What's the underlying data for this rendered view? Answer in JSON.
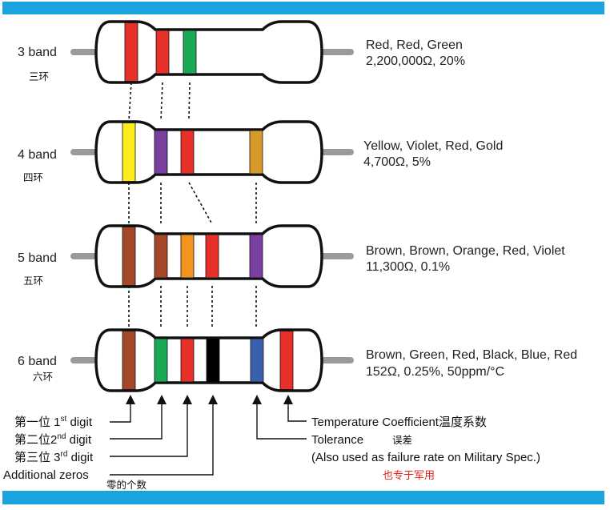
{
  "colors": {
    "frame_blue": "#1aa3df",
    "red": "#e8302a",
    "green": "#1aaa55",
    "yellow": "#fbec1e",
    "violet": "#7b3fa0",
    "gold": "#d99a2b",
    "brown": "#a4472a",
    "orange": "#f4931f",
    "black": "#000000",
    "blue": "#3c5fab",
    "lead": "#9a9a9a"
  },
  "resistors": [
    {
      "band_label": "3 band",
      "cn_label": "三环",
      "colors_text": "Red, Red, Green",
      "value_text": "2,200,000Ω, 20%",
      "bands": [
        "red",
        "red",
        "green"
      ]
    },
    {
      "band_label": "4 band",
      "cn_label": "四环",
      "colors_text": "Yellow, Violet, Red, Gold",
      "value_text": "4,700Ω, 5%",
      "bands": [
        "yellow",
        "violet",
        "red",
        "gold"
      ]
    },
    {
      "band_label": "5 band",
      "cn_label": "五环",
      "colors_text": "Brown, Brown, Orange, Red, Violet",
      "value_text": "11,300Ω, 0.1%",
      "bands": [
        "brown",
        "brown",
        "orange",
        "red",
        "violet"
      ]
    },
    {
      "band_label": "6 band",
      "cn_label": "六环",
      "colors_text": "Brown, Green, Red, Black, Blue, Red",
      "value_text": "152Ω, 0.25%, 50ppm/°C",
      "bands": [
        "brown",
        "green",
        "red",
        "black",
        "blue",
        "red"
      ]
    }
  ],
  "legend": {
    "digit1_cn": "第一位 1",
    "digit1_sup": "st",
    "digit1_en": " digit",
    "digit2_cn": "第二位2",
    "digit2_sup": "nd",
    "digit2_en": " digit",
    "digit3_cn": "第三位 3",
    "digit3_sup": "rd",
    "digit3_en": " digit",
    "zeros_en": "Additional zeros",
    "zeros_cn": "零的个数",
    "tempco_en": "Temperature Coefficient",
    "tempco_cn": "温度系数",
    "tolerance_en": "Tolerance",
    "tolerance_cn": "误差",
    "military_note": "(Also used as failure rate on Military Spec.)",
    "military_cn": "也专于军用"
  }
}
